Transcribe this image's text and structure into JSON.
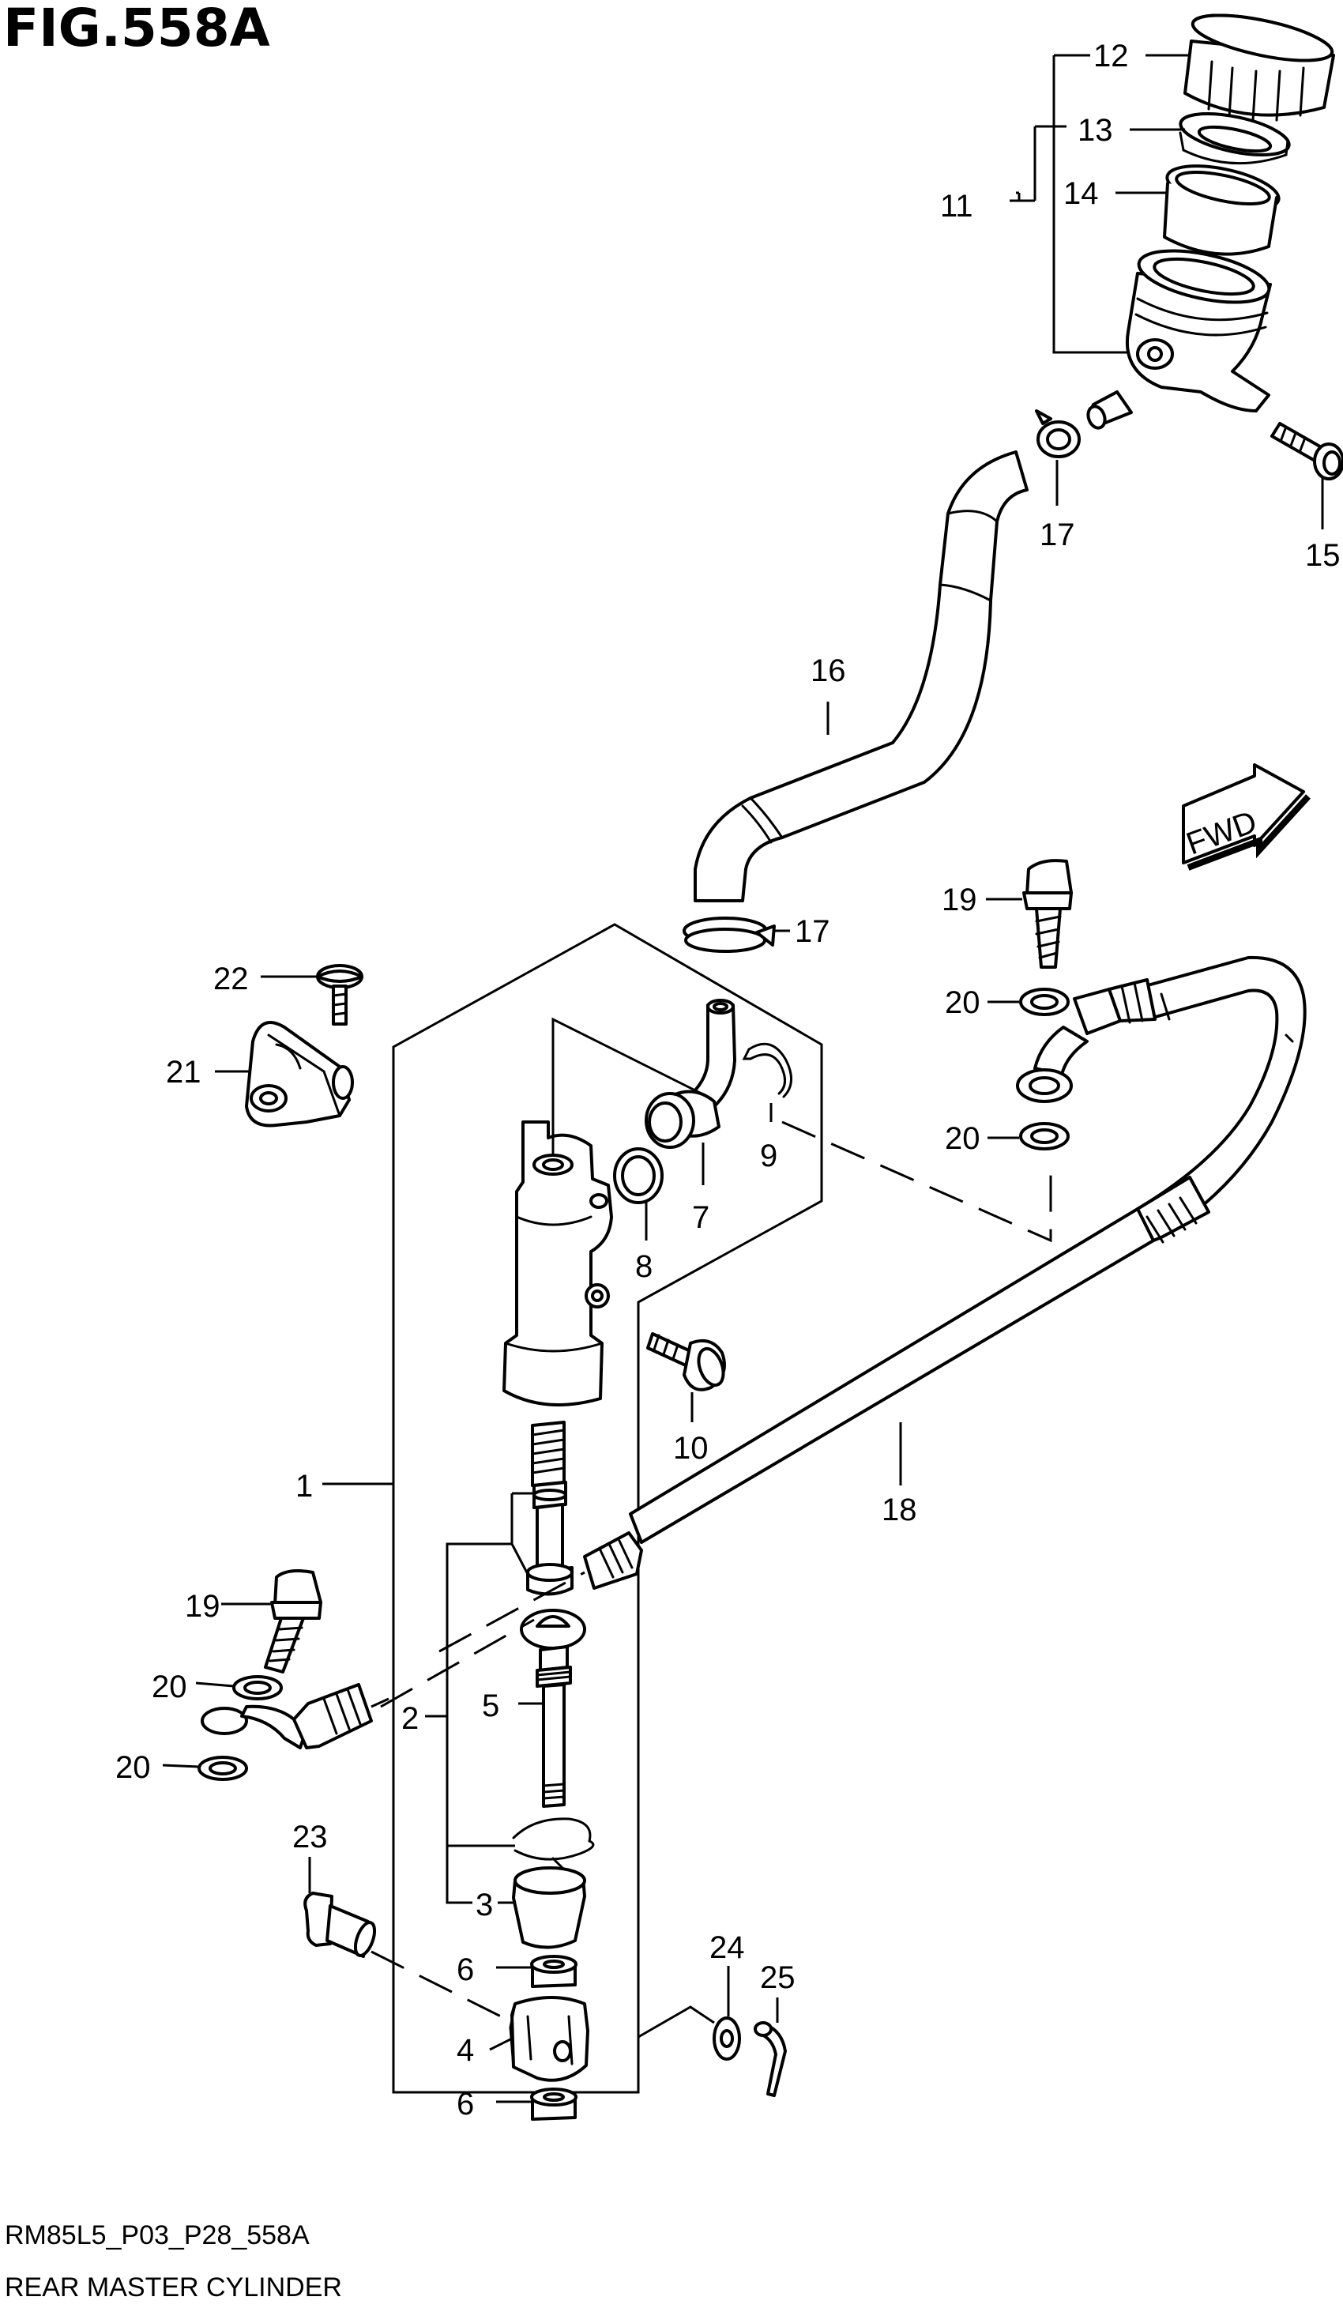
{
  "figure_title": "FIG.558A",
  "footer": {
    "code": "RM85L5_P03_P28_558A",
    "caption": "REAR MASTER CYLINDER"
  },
  "fwd_label": "FWD",
  "callouts": {
    "c1": "1",
    "c2": "2",
    "c3": "3",
    "c4": "4",
    "c5": "5",
    "c6a": "6",
    "c6b": "6",
    "c7": "7",
    "c8": "8",
    "c9": "9",
    "c10": "10",
    "c11": "11",
    "c12": "12",
    "c13": "13",
    "c14": "14",
    "c15": "15",
    "c16": "16",
    "c17a": "17",
    "c17b": "17",
    "c18": "18",
    "c19a": "19",
    "c19b": "19",
    "c20a": "20",
    "c20b": "20",
    "c20c": "20",
    "c20d": "20",
    "c21": "21",
    "c22": "22",
    "c23": "23",
    "c24": "24",
    "c25": "25"
  }
}
